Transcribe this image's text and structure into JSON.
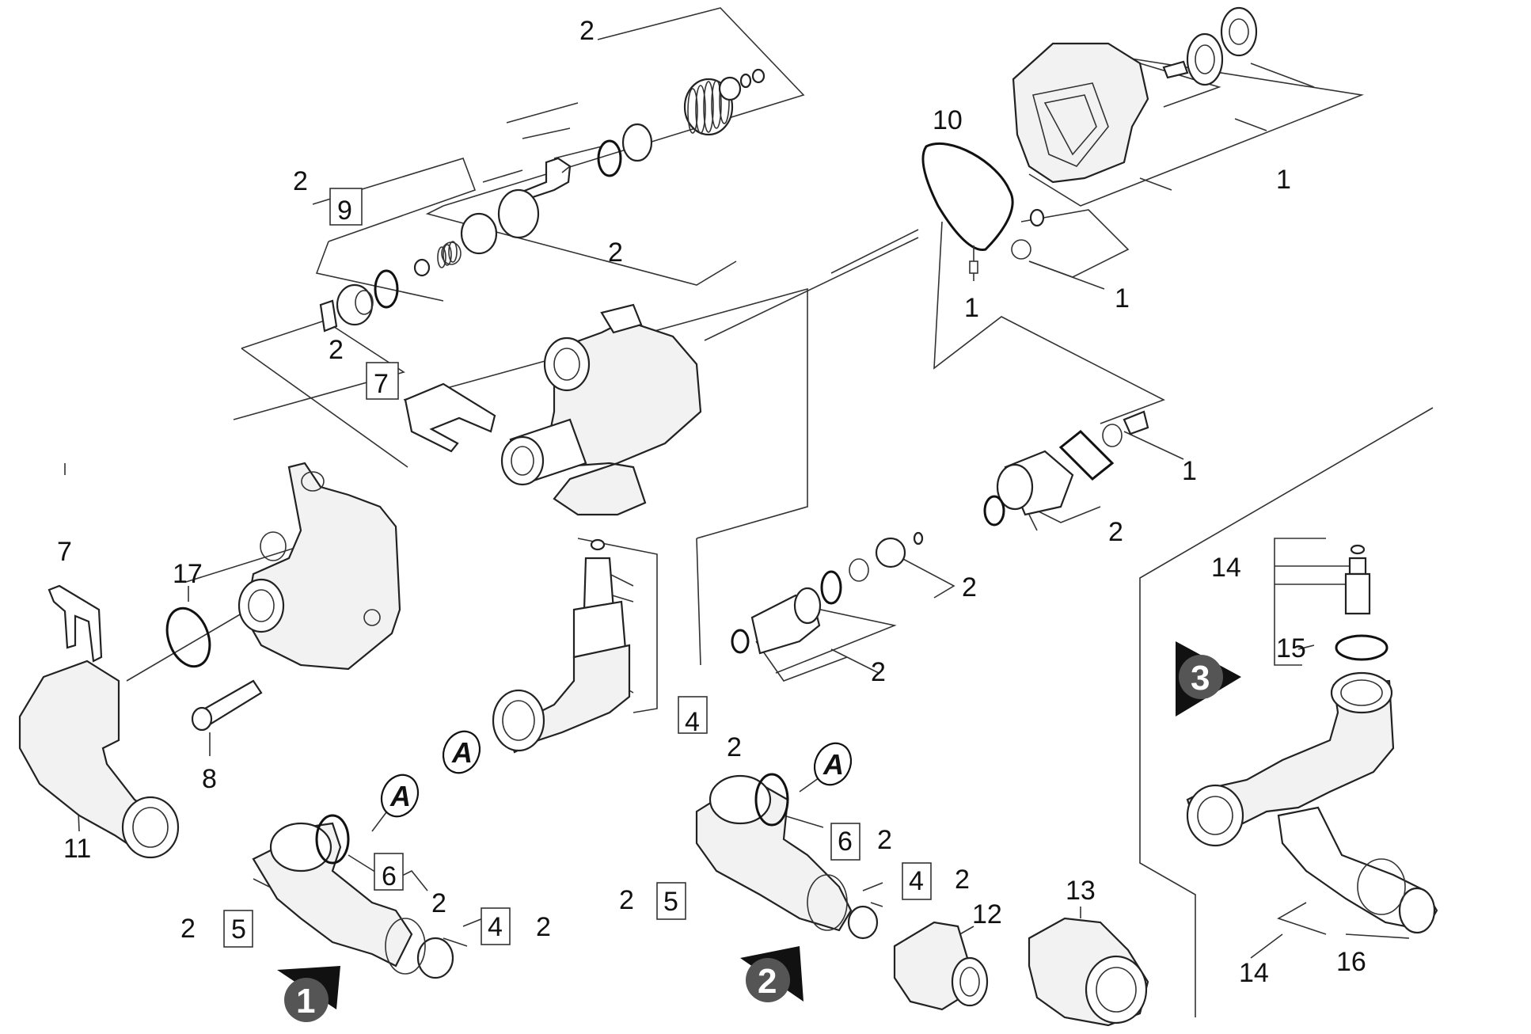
{
  "diagram": {
    "callouts": {
      "c_2_top": "2",
      "c_2_9": "2",
      "c_9": "9",
      "c_10": "10",
      "c_1_top": "1",
      "c_1_valve": "1",
      "c_1_small": "1",
      "c_1_right": "1",
      "c_2_mid": "2",
      "c_2_7": "2",
      "c_7_box": "7",
      "c_2_right": "2",
      "c_2_pkg1": "2",
      "c_2_pkg2": "2",
      "c_7_left": "7",
      "c_17": "17",
      "c_8": "8",
      "c_11": "11",
      "c_4_mid": "4",
      "c_2_4mid": "2",
      "c_6_a": "6",
      "c_2_6a": "2",
      "c_5_a": "5",
      "c_2_5a": "2",
      "c_4_a": "4",
      "c_2_4a": "2",
      "c_6_b": "6",
      "c_2_6b": "2",
      "c_4_b": "4",
      "c_2_4b": "2",
      "c_5_b": "5",
      "c_2_5b": "2",
      "c_12": "12",
      "c_13": "13",
      "c_14_top": "14",
      "c_15": "15",
      "c_14_bot": "14",
      "c_16": "16"
    },
    "marker_letter": "A",
    "badges": {
      "one": "1",
      "two": "2",
      "three": "3"
    }
  }
}
